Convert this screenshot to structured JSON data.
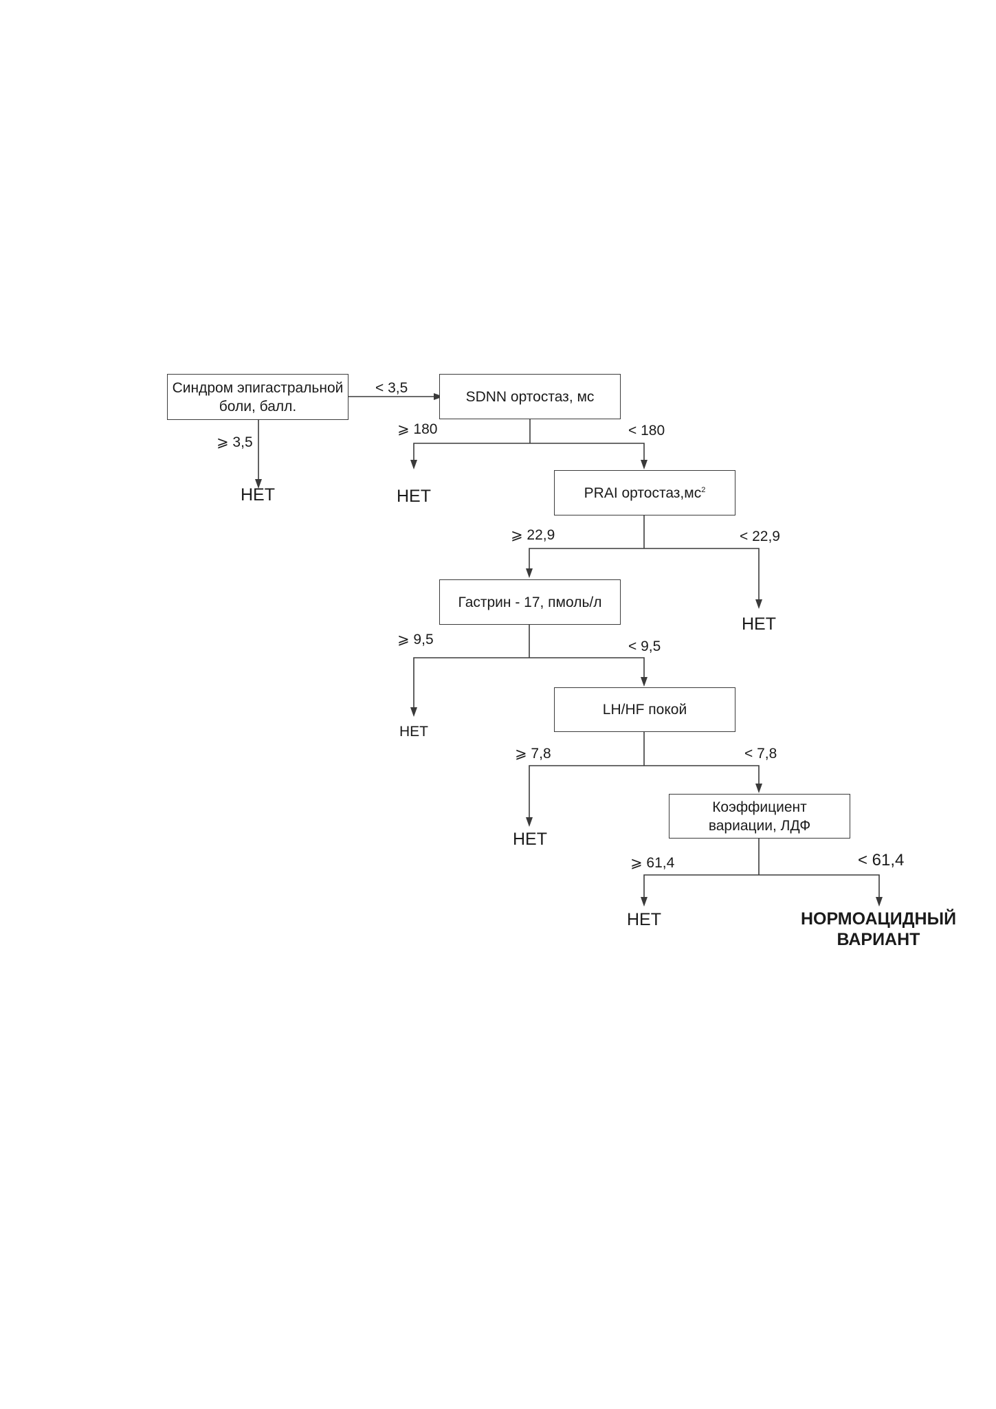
{
  "nodes": {
    "epigastric": "Синдром эпигастральной\nболи, балл.",
    "sdnn": "SDNN ортостаз, мс",
    "prai": {
      "text": "PRAI ортостаз,мс",
      "sup": "2"
    },
    "gastrin": "Гастрин - 17, пмоль/л",
    "lfhf": "LH/HF покой",
    "ldf": "Коэффициент\nвариации, ЛДФ"
  },
  "edges": {
    "epigastric_lt": "< 3,5",
    "epigastric_ge": "⩾ 3,5",
    "sdnn_ge": "⩾ 180",
    "sdnn_lt": "< 180",
    "prai_ge": "⩾ 22,9",
    "prai_lt": "< 22,9",
    "gastrin_ge": "⩾ 9,5",
    "gastrin_lt": "< 9,5",
    "lfhf_ge": "⩾ 7,8",
    "lfhf_lt": "< 7,8",
    "ldf_ge": "⩾ 61,4",
    "ldf_lt": "< 61,4"
  },
  "outcomes": {
    "no": "НЕТ",
    "final": "НОРМОАЦИДНЫЙ\nВАРИАНТ"
  }
}
